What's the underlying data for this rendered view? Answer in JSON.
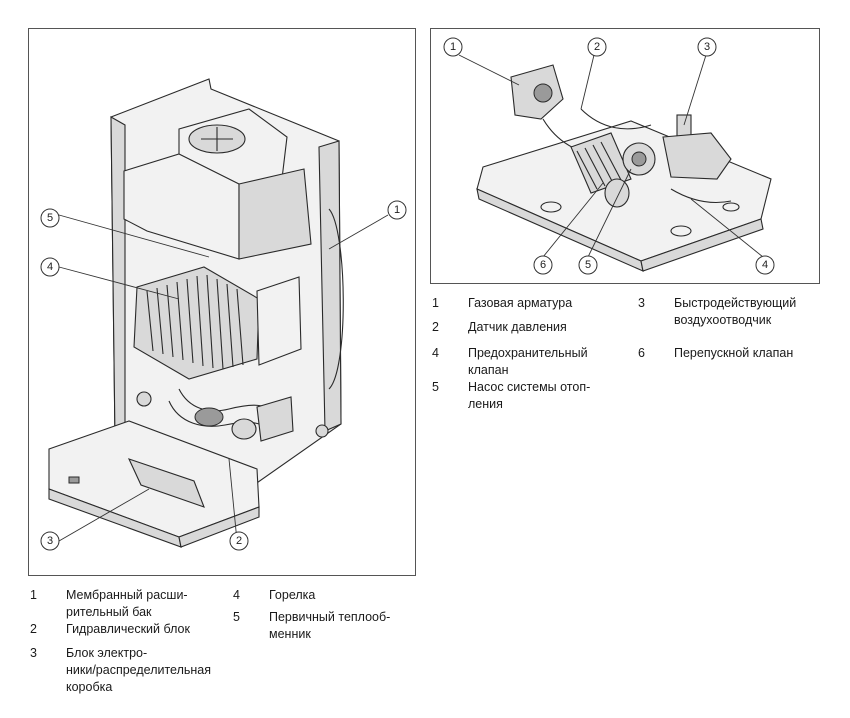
{
  "figure_left": {
    "callouts": [
      "1",
      "2",
      "3",
      "4",
      "5"
    ],
    "legend": [
      {
        "num": "1",
        "text": "Мембранный расши-\nрительный бак"
      },
      {
        "num": "2",
        "text": "Гидравлический блок"
      },
      {
        "num": "3",
        "text": "Блок электро-\nники/распределительная\nкоробка"
      },
      {
        "num": "4",
        "text": "Горелка"
      },
      {
        "num": "5",
        "text": "Первичный теплооб-\nменник"
      }
    ]
  },
  "figure_right": {
    "callouts": [
      "1",
      "2",
      "3",
      "4",
      "5",
      "6"
    ],
    "legend": [
      {
        "num": "1",
        "text": "Газовая арматура"
      },
      {
        "num": "2",
        "text": "Датчик давления"
      },
      {
        "num": "3",
        "text": "Быстродействующий\nвоздухоотводчик"
      },
      {
        "num": "4",
        "text": "Предохранительный\nклапан"
      },
      {
        "num": "5",
        "text": "Насос системы отоп-\nления"
      },
      {
        "num": "6",
        "text": "Перепускной клапан"
      }
    ]
  }
}
